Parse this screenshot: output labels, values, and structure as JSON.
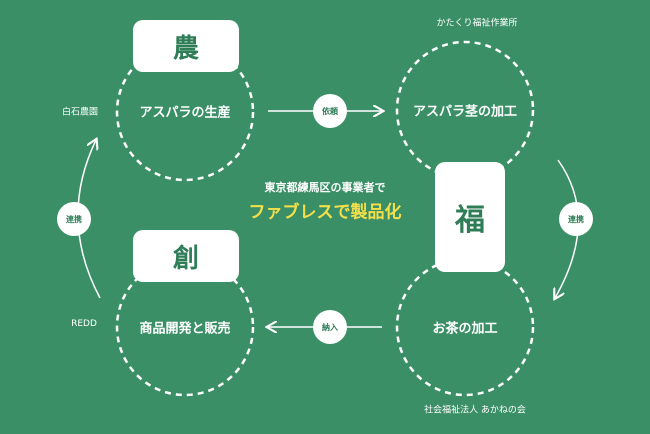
{
  "nodes": {
    "top_left": {
      "kanji": "農",
      "label": "アスパラの生産",
      "org": "白石農園"
    },
    "top_right": {
      "label": "アスパラ茎の加工",
      "org": "かたくり福祉作業所"
    },
    "bottom_right": {
      "kanji": "福",
      "label": "お茶の加工",
      "org": "社会福祉法人 あかねの会"
    },
    "bottom_left": {
      "kanji": "創",
      "label": "商品開発と販売",
      "org": "REDD"
    }
  },
  "connectors": {
    "top": "依頼",
    "right": "連携",
    "bottom": "納入",
    "left": "連携"
  },
  "center": {
    "subtitle": "東京都練馬区の事業者で",
    "title": "ファブレスで製品化"
  },
  "colors": {
    "background": "#3a8f66",
    "accent_text": "#f5e04a",
    "kanji_text": "#2f7d57"
  }
}
